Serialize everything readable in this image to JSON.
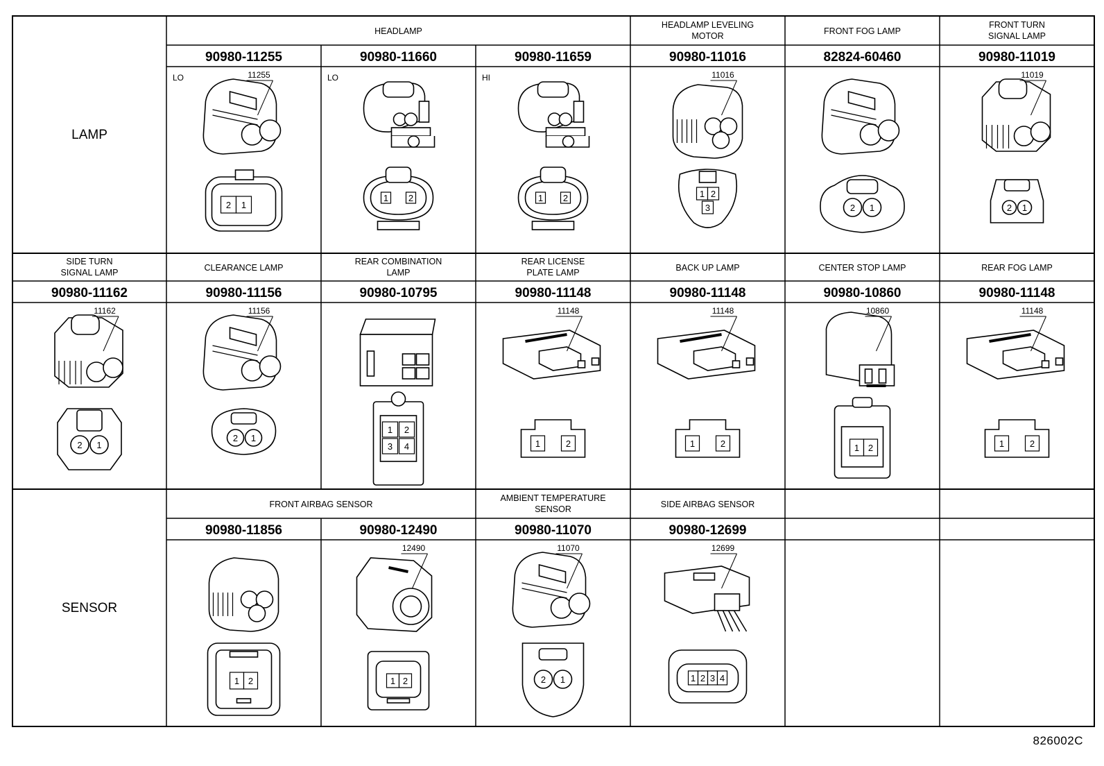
{
  "diagram_code": "826002C",
  "rows": [
    {
      "category": "LAMP",
      "cells": [
        {
          "group": "HEADLAMP",
          "part": "90980-11255",
          "variant": "LO",
          "callout": "11255",
          "top": "lamp-housing",
          "face": "oval-2",
          "pins": [
            "2",
            "1"
          ]
        },
        {
          "group": "HEADLAMP",
          "part": "90980-11660",
          "variant": "LO",
          "callout": "",
          "top": "locking-clip",
          "face": "round-2",
          "pins": [
            "1",
            "2"
          ]
        },
        {
          "group": "HEADLAMP",
          "part": "90980-11659",
          "variant": "HI",
          "callout": "",
          "top": "locking-clip",
          "face": "round-2",
          "pins": [
            "1",
            "2"
          ]
        },
        {
          "group": "HEADLAMP LEVELING MOTOR",
          "part": "90980-11016",
          "variant": "",
          "callout": "11016",
          "top": "ribbed-3",
          "face": "tri-3",
          "pins": [
            "1",
            "2",
            "3"
          ]
        },
        {
          "group": "FRONT FOG LAMP",
          "part": "82824-60460",
          "variant": "",
          "callout": "",
          "top": "lamp-housing",
          "face": "wing-2",
          "pins": [
            "2",
            "1"
          ]
        },
        {
          "group": "FRONT TURN SIGNAL LAMP",
          "part": "90980-11019",
          "variant": "",
          "callout": "11019",
          "top": "block-ribbed",
          "face": "small-2",
          "pins": [
            "2",
            "1"
          ]
        }
      ]
    },
    {
      "category": "",
      "cells": [
        {
          "group": "SIDE TURN SIGNAL LAMP",
          "part": "90980-11162",
          "variant": "",
          "callout": "11162",
          "top": "block-ribbed",
          "face": "octo-2",
          "pins": [
            "2",
            "1"
          ]
        },
        {
          "group": "CLEARANCE LAMP",
          "part": "90980-11156",
          "variant": "",
          "callout": "11156",
          "top": "lamp-housing",
          "face": "round-2b",
          "pins": [
            "2",
            "1"
          ]
        },
        {
          "group": "REAR COMBINATION LAMP",
          "part": "90980-10795",
          "variant": "",
          "callout": "",
          "top": "square-4",
          "face": "grid-4",
          "pins": [
            "1",
            "2",
            "3",
            "4"
          ]
        },
        {
          "group": "REAR LICENSE PLATE LAMP",
          "part": "90980-11148",
          "variant": "",
          "callout": "11148",
          "top": "flat-plug",
          "face": "tab-2",
          "pins": [
            "1",
            "2"
          ]
        },
        {
          "group": "BACK UP LAMP",
          "part": "90980-11148",
          "variant": "",
          "callout": "11148",
          "top": "flat-plug",
          "face": "tab-2",
          "pins": [
            "1",
            "2"
          ]
        },
        {
          "group": "CENTER STOP LAMP",
          "part": "90980-10860",
          "variant": "",
          "callout": "10860",
          "top": "tall-2",
          "face": "rect-2",
          "pins": [
            "1",
            "2"
          ]
        },
        {
          "group": "REAR FOG LAMP",
          "part": "90980-11148",
          "variant": "",
          "callout": "11148",
          "top": "flat-plug",
          "face": "tab-2",
          "pins": [
            "1",
            "2"
          ]
        }
      ]
    },
    {
      "category": "SENSOR",
      "cells": [
        {
          "group": "FRONT AIRBAG SENSOR",
          "part": "90980-11856",
          "variant": "",
          "callout": "",
          "top": "ribbed-3",
          "face": "square-2",
          "pins": [
            "1",
            "2"
          ]
        },
        {
          "group": "FRONT AIRBAG SENSOR",
          "part": "90980-12490",
          "variant": "",
          "callout": "12490",
          "top": "airbag-plug",
          "face": "square-2b",
          "pins": [
            "1",
            "2"
          ]
        },
        {
          "group": "AMBIENT TEMPERATURE SENSOR",
          "part": "90980-11070",
          "variant": "",
          "callout": "11070",
          "top": "lamp-housing",
          "face": "shield-2",
          "pins": [
            "2",
            "1"
          ]
        },
        {
          "group": "SIDE AIRBAG SENSOR",
          "part": "90980-12699",
          "variant": "",
          "callout": "12699",
          "top": "wire-4",
          "face": "wide-4",
          "pins": [
            "1",
            "2",
            "3",
            "4"
          ]
        },
        {
          "group": "",
          "part": "",
          "variant": "",
          "callout": "",
          "top": "",
          "face": "",
          "pins": []
        },
        {
          "group": "",
          "part": "",
          "variant": "",
          "callout": "",
          "top": "",
          "face": "",
          "pins": []
        }
      ]
    }
  ]
}
